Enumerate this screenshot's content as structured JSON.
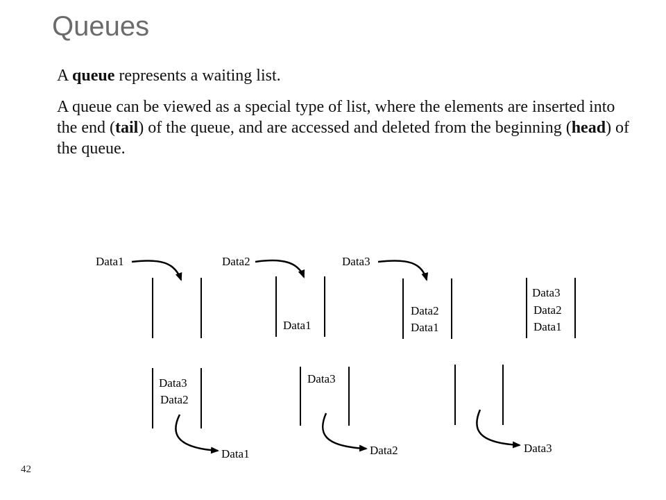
{
  "slide": {
    "title": "Queues",
    "page_number": "42"
  },
  "paragraph1": {
    "pre": "A ",
    "bold": "queue",
    "post": " represents a waiting list."
  },
  "paragraph2": {
    "part1": "A queue can be viewed as a special type of list, where the elements are inserted into the end (",
    "bold1": "tail",
    "part2": ") of the queue, and are accessed and deleted from the beginning (",
    "bold2": "head",
    "part3": ") of the queue."
  },
  "diagram": {
    "labels": {
      "enqueue_1": "Data1",
      "enqueue_2": "Data2",
      "enqueue_3": "Data3",
      "state1_item1": "Data1",
      "state2_item1": "Data2",
      "state2_item2": "Data1",
      "state3_item1": "Data3",
      "state3_item2": "Data2",
      "state3_item3": "Data1",
      "state4_item1": "Data3",
      "state4_item2": "Data2",
      "state5_item1": "Data3",
      "dequeue_1": "Data1",
      "dequeue_2": "Data2",
      "dequeue_3": "Data3"
    }
  }
}
